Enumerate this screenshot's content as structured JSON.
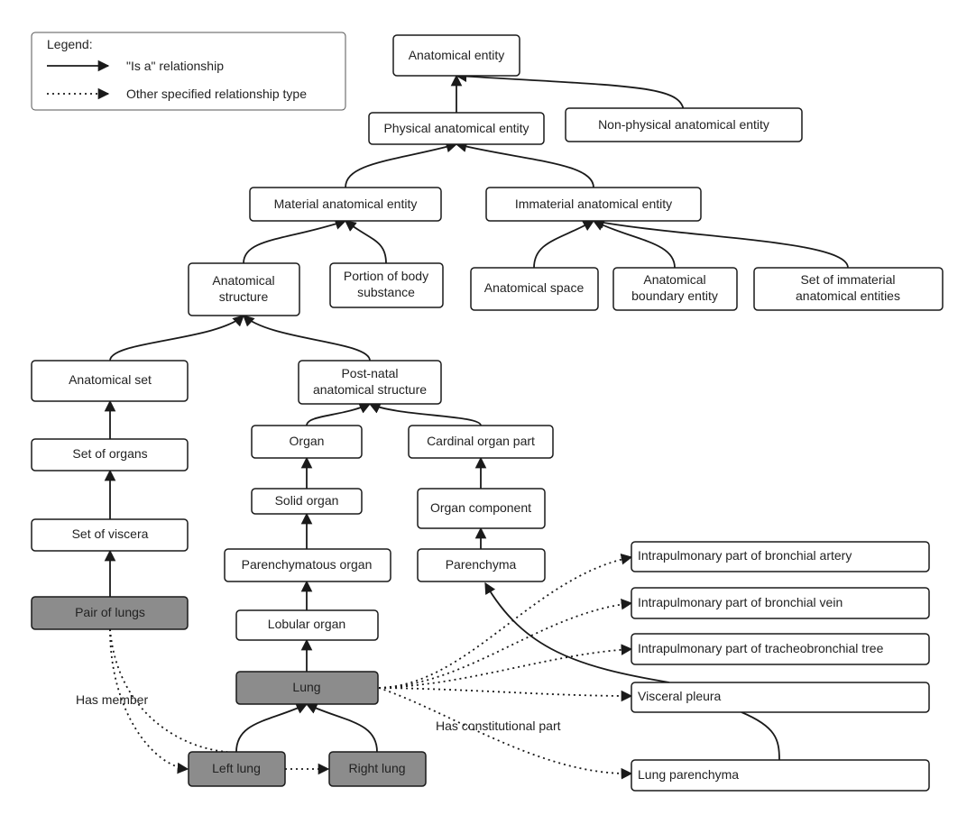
{
  "legend": {
    "title": "Legend:",
    "isa_label": "\"Is a\" relationship",
    "other_label": "Other specified relationship type"
  },
  "nodes": {
    "anatomical_entity": [
      "Anatomical entity"
    ],
    "physical": [
      "Physical anatomical entity"
    ],
    "non_physical": [
      "Non-physical anatomical entity"
    ],
    "material": [
      "Material anatomical entity"
    ],
    "immaterial": [
      "Immaterial anatomical entity"
    ],
    "anatomical_structure": [
      "Anatomical",
      "structure"
    ],
    "portion_body_substance": [
      "Portion of body",
      "substance"
    ],
    "anatomical_space": [
      "Anatomical space"
    ],
    "anatomical_boundary": [
      "Anatomical",
      "boundary entity"
    ],
    "set_immaterial": [
      "Set of immaterial",
      "anatomical entities"
    ],
    "anatomical_set": [
      "Anatomical set"
    ],
    "post_natal": [
      "Post-natal",
      "anatomical structure"
    ],
    "set_of_organs": [
      "Set of organs"
    ],
    "organ": [
      "Organ"
    ],
    "cardinal_organ_part": [
      "Cardinal organ part"
    ],
    "solid_organ": [
      "Solid organ"
    ],
    "organ_component": [
      "Organ component"
    ],
    "set_of_viscera": [
      "Set of viscera"
    ],
    "parenchymatous_organ": [
      "Parenchymatous organ"
    ],
    "parenchyma": [
      "Parenchyma"
    ],
    "pair_of_lungs": [
      "Pair of lungs"
    ],
    "lobular_organ": [
      "Lobular organ"
    ],
    "lung": [
      "Lung"
    ],
    "left_lung": [
      "Left lung"
    ],
    "right_lung": [
      "Right lung"
    ],
    "bronchial_artery": [
      "Intrapulmonary part of bronchial artery"
    ],
    "bronchial_vein": [
      "Intrapulmonary part of bronchial vein"
    ],
    "tracheobronchial": [
      "Intrapulmonary part of tracheobronchial tree"
    ],
    "visceral_pleura": [
      "Visceral pleura"
    ],
    "lung_parenchyma": [
      "Lung parenchyma"
    ]
  },
  "edge_labels": {
    "has_member": "Has member",
    "has_constitutional_part": "Has constitutional part"
  },
  "colors": {
    "node_fill": "#ffffff",
    "highlight_fill": "#8c8c8c",
    "stroke": "#1a1a1a",
    "text": "#222222"
  }
}
